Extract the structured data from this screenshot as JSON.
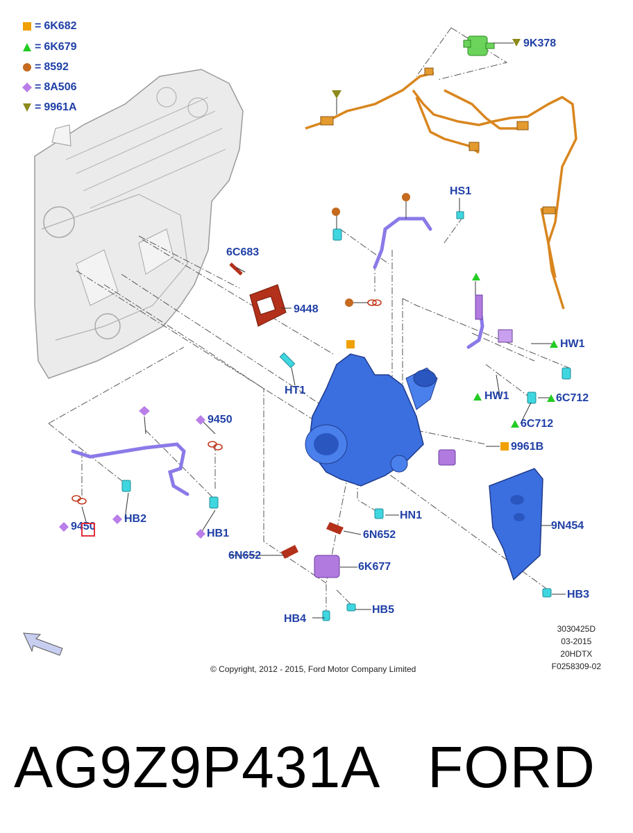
{
  "legend": [
    {
      "symbol": "square",
      "color": "#f0a000",
      "code": "6K682"
    },
    {
      "symbol": "triangle-up",
      "color": "#22cc22",
      "code": "6K679"
    },
    {
      "symbol": "circle",
      "color": "#c56a1e",
      "code": "8592"
    },
    {
      "symbol": "diamond",
      "color": "#b97ee8",
      "code": "8A506"
    },
    {
      "symbol": "triangle-down",
      "color": "#8c8a1a",
      "code": "9961A"
    }
  ],
  "legend_eq": "=",
  "labels": {
    "l_9K378": "9K378",
    "l_HS1": "HS1",
    "l_6C683": "6C683",
    "l_9448": "9448",
    "l_HT1": "HT1",
    "l_HW1a": "HW1",
    "l_HW1b": "HW1",
    "l_6C712a": "6C712",
    "l_6C712b": "6C712",
    "l_9961B": "9961B",
    "l_9450a": "9450",
    "l_9450b": "9450",
    "l_HB2": "HB2",
    "l_HB1": "HB1",
    "l_HN1": "HN1",
    "l_6N652a": "6N652",
    "l_6N652b": "6N652",
    "l_6K677": "6K677",
    "l_9N454": "9N454",
    "l_HB3": "HB3",
    "l_HB4": "HB4",
    "l_HB5": "HB5"
  },
  "meta": {
    "code1": "3030425D",
    "code2": "03-2015",
    "code3": "20HDTX",
    "code4": "F0258309-02"
  },
  "copyright": "© Copyright, 2012 - 2015, Ford Motor Company Limited",
  "caption": {
    "part_number": "AG9Z9P431A",
    "brand": "FORD"
  },
  "colors": {
    "label_blue": "#1f3fa6",
    "turbo_blue": "#3b6fe0",
    "pipe_orange": "#d9861e",
    "gasket_red": "#b3301a",
    "pipe_purple": "#8a7ae8",
    "fastener_cyan": "#3fd6e0",
    "valve_green": "#6bd35a",
    "engine_gray": "#e6e6e6"
  }
}
